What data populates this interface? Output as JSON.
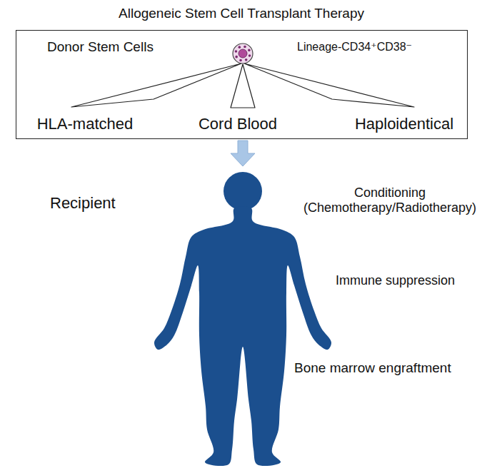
{
  "diagram": {
    "title": "Allogeneic Stem Cell Transplant Therapy",
    "nodes": [
      {
        "text": [
          "Donor Stem Cells",
          "Lineage-CD34⁺CD38⁻",
          "HLA-matched",
          "Cord Blood",
          "Haploidentical"
        ]
      }
    ],
    "labels": [
      "Recipient",
      "Conditioning (Chemotherapy/Radiotherapy)",
      "Immune suppression",
      "Bone marrow engraftment"
    ]
  }
}
